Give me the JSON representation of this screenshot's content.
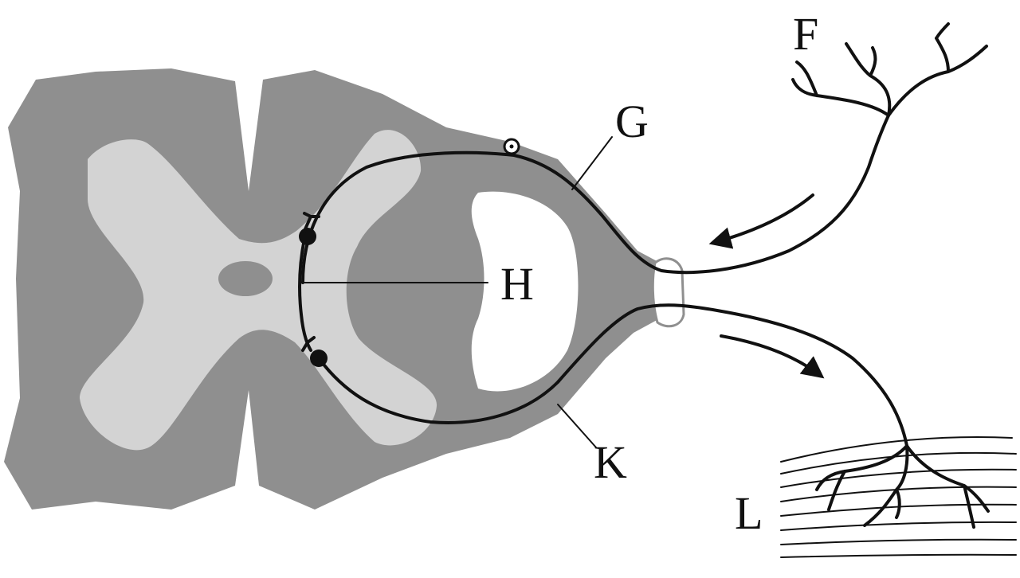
{
  "diagram": {
    "labels": {
      "F": "F",
      "G": "G",
      "H": "H",
      "K": "K",
      "L": "L"
    },
    "colors": {
      "white_matter": "#8f8f8f",
      "grey_matter": "#d3d3d3",
      "ganglion": "#ffffff",
      "line": "#111111"
    }
  }
}
